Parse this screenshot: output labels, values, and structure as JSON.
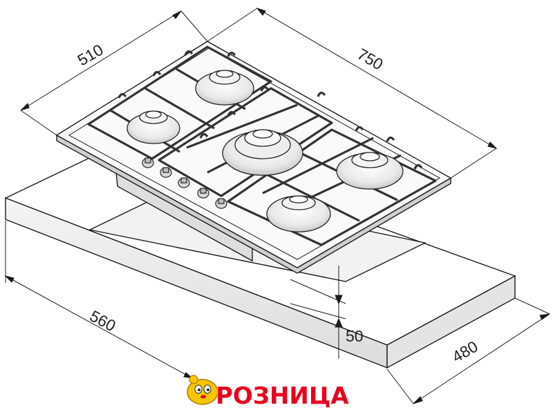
{
  "diagram": {
    "dimensions": {
      "depth_top": "510",
      "width_top": "750",
      "cutout_width": "560",
      "cutout_depth": "480",
      "height": "50"
    },
    "logo": {
      "text": "РОЗНИЦА"
    },
    "colors": {
      "line": "#1a1a1a",
      "surface": "#ffffff",
      "shade": "#e6e6e6",
      "logo_red": "#e8001c",
      "logo_yellow": "#f7c600"
    },
    "icons": [
      "hamster-mascot-icon"
    ]
  }
}
